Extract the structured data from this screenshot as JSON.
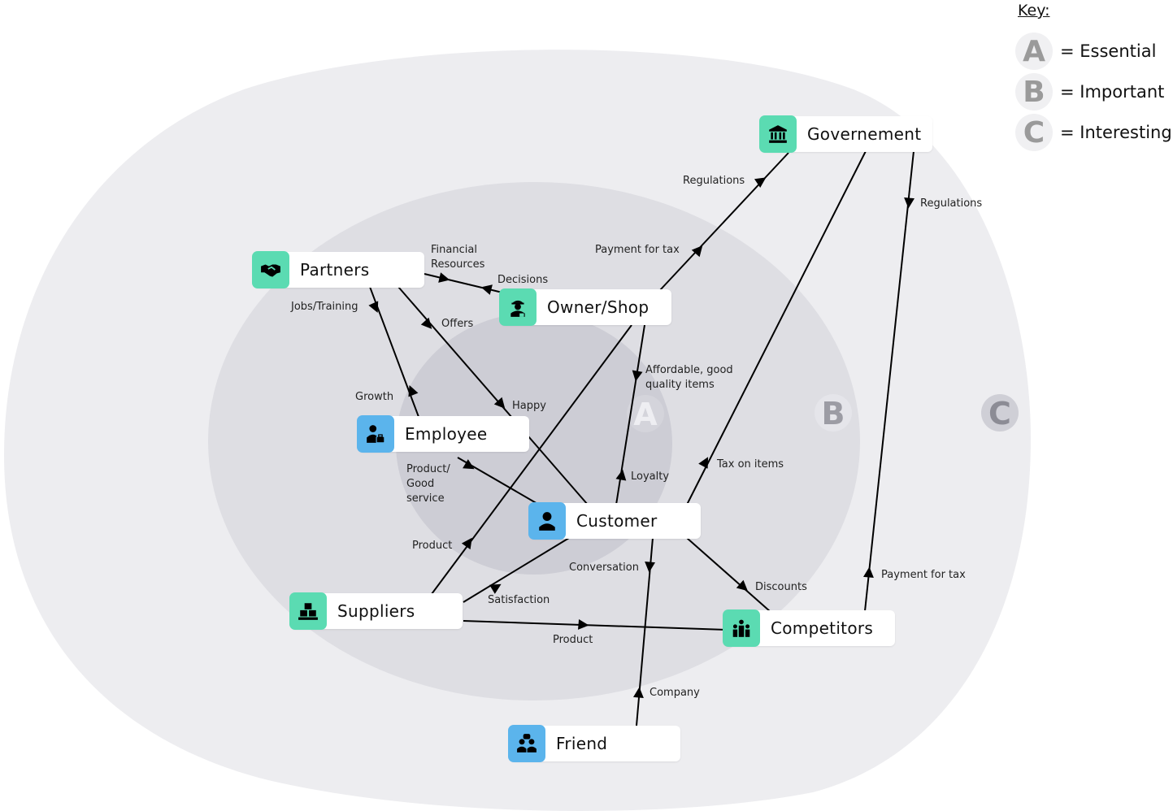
{
  "key": {
    "title": "Key:",
    "items": [
      {
        "letter": "A",
        "text": "= Essential"
      },
      {
        "letter": "B",
        "text": "= Important"
      },
      {
        "letter": "C",
        "text": "= Interesting"
      }
    ]
  },
  "rings": {
    "a": "A",
    "b": "B",
    "c": "C"
  },
  "colors": {
    "ring_c": "#ededf0",
    "ring_b": "#dedee3",
    "ring_a": "#cdcdd5",
    "green": "#5bdbb2",
    "blue": "#5bb4ec"
  },
  "nodes": {
    "government": {
      "label": "Governement",
      "icon": "bank-icon"
    },
    "partners": {
      "label": "Partners",
      "icon": "handshake-icon"
    },
    "owner": {
      "label": "Owner/Shop",
      "icon": "shopkeeper-icon"
    },
    "employee": {
      "label": "Employee",
      "icon": "worker-icon"
    },
    "customer": {
      "label": "Customer",
      "icon": "person-icon"
    },
    "suppliers": {
      "label": "Suppliers",
      "icon": "boxes-icon"
    },
    "competitors": {
      "label": "Competitors",
      "icon": "group-icon"
    },
    "friend": {
      "label": "Friend",
      "icon": "friends-icon"
    }
  },
  "edges": {
    "regulations_owner": "Regulations",
    "payment_tax_owner": "Payment for tax",
    "regulations_competitors": "Regulations",
    "financial_resources": [
      "Financial",
      "Resources"
    ],
    "decisions": "Decisions",
    "jobs_training": "Jobs/Training",
    "offers": "Offers",
    "growth": "Growth",
    "happy": "Happy",
    "affordable": [
      "Affordable, good",
      "quality items"
    ],
    "loyalty": "Loyalty",
    "tax_on_items": "Tax on items",
    "product_good_service": [
      "Product/",
      "Good",
      "service"
    ],
    "product_suppliers_owner": "Product",
    "conversation": "Conversation",
    "satisfaction": "Satisfaction",
    "discounts": "Discounts",
    "payment_tax_competitors": "Payment for tax",
    "product_suppliers_competitors": "Product",
    "company": "Company"
  }
}
